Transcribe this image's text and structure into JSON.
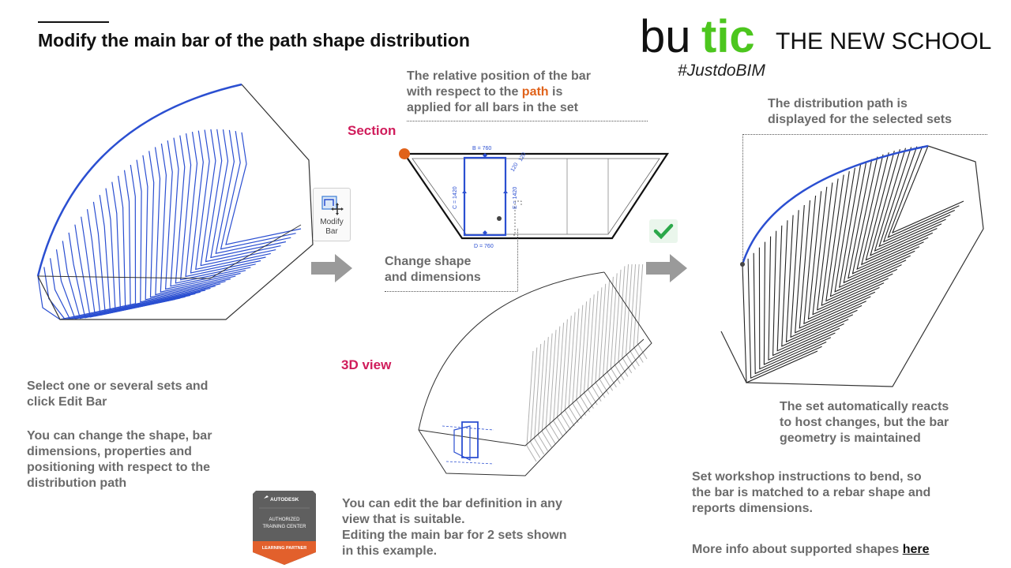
{
  "header": {
    "title": "Modify the main bar of the path shape distribution",
    "logo_parts": [
      "bu",
      "tic",
      "THE NEW SCHOOL"
    ],
    "hashtag": "#JustdoBIM"
  },
  "colors": {
    "bar_blue": "#2b4fd1",
    "accent_pink": "#d01c5b",
    "path_orange": "#e0621a",
    "logo_green": "#4cc61e",
    "check_green": "#2ba84a",
    "text_gray": "#6b6b6b"
  },
  "icons": [
    "modify-bar-icon",
    "arrow-right-icon",
    "checkmark-icon",
    "autodesk-badge"
  ],
  "toolbar": {
    "modify_bar_label_line1": "Modify",
    "modify_bar_label_line2": "Bar"
  },
  "middle": {
    "note_prefix_1": "The relative position of the bar",
    "note_prefix_2": "with respect to the ",
    "note_path_word": "path",
    "note_suffix_2": " is",
    "note_line_3": "applied for all bars in the set",
    "section_label": "Section",
    "change_line1": "Change shape",
    "change_line2": "and dimensions",
    "view3d_label": "3D view",
    "edit_line1": "You can edit the bar definition in any",
    "edit_line2": "view that is suitable.",
    "edit_line3": "Editing the main bar for 2 sets shown",
    "edit_line4": "in this example."
  },
  "section_dims": {
    "b": "B = 760",
    "c": "C = 1420",
    "d": "D = 760",
    "e": "E = 1420",
    "r1": "120",
    "r2": "120"
  },
  "left": {
    "select_line1": "Select one or several sets and",
    "select_line2": "click Edit Bar",
    "change_line1": "You can change the shape, bar",
    "change_line2": "dimensions, properties and",
    "change_line3": "positioning with respect to the",
    "change_line4": "distribution path"
  },
  "right": {
    "path_line1": "The distribution path is",
    "path_line2": "displayed for the selected sets",
    "auto_line1": "The set automatically reacts",
    "auto_line2": "to host changes, but the bar",
    "auto_line3": "geometry is maintained",
    "workshop_line1": "Set workshop instructions to bend, so",
    "workshop_line2": "the bar is matched to a rebar shape and",
    "workshop_line3": "reports dimensions.",
    "more_info_prefix": "More info about supported shapes ",
    "more_info_link": "here"
  },
  "badge": {
    "brand": "AUTODESK",
    "line1": "AUTHORIZED",
    "line2": "TRAINING CENTER",
    "partner": "LEARNING PARTNER"
  }
}
